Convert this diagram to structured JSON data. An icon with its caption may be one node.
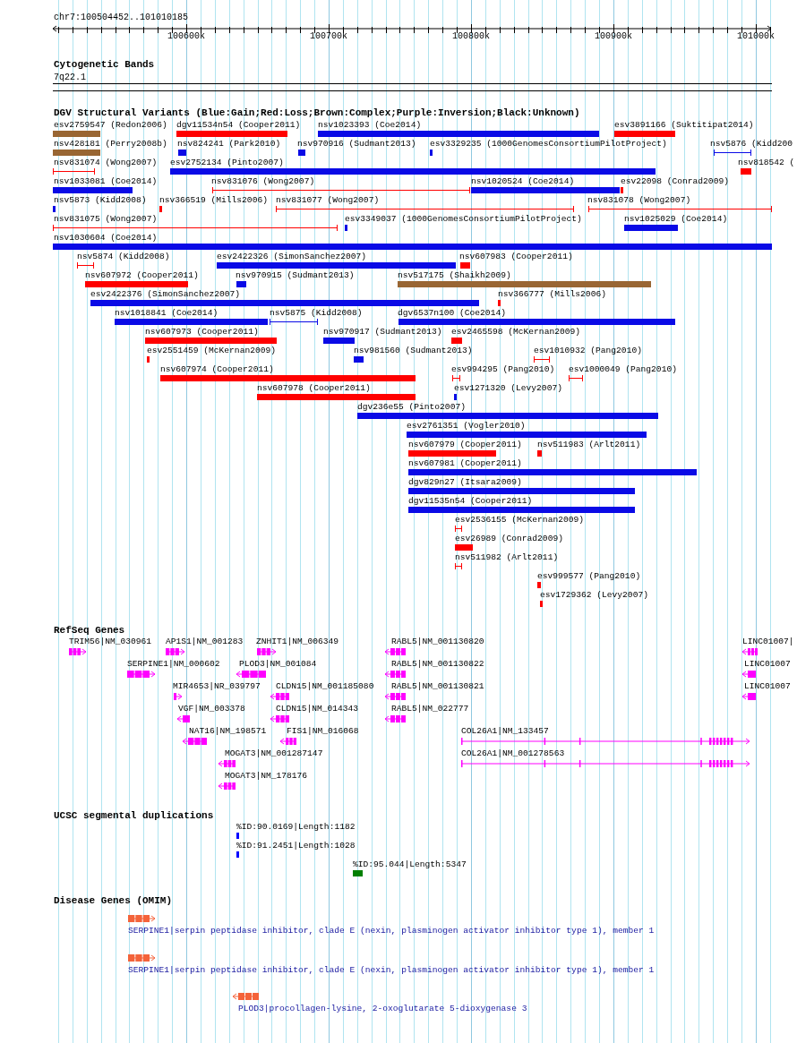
{
  "diagram": {
    "title": "chr7:100504452..101010185",
    "nodes": [
      {
        "text": [
          "esv2759547 (Redon2006)"
        ]
      },
      {
        "text": [
          "dgv11534n54 (Cooper2011)"
        ]
      },
      {
        "text": [
          "nsv1023393 (Coe2014)"
        ]
      },
      {
        "text": [
          "esv3891166 (Suktitipat2014)"
        ]
      },
      {
        "text": [
          "nsv428181 (Perry2008b)"
        ]
      },
      {
        "text": [
          "nsv824241 (Park2010)"
        ]
      },
      {
        "text": [
          "nsv970916 (Sudmant2013)"
        ]
      },
      {
        "text": [
          "esv3329235 (1000GenomesConsortiumPilotProject)"
        ]
      },
      {
        "text": [
          "nsv5876 (Kidd200"
        ]
      },
      {
        "text": [
          "nsv831074 (Wong2007)"
        ]
      },
      {
        "text": [
          "esv2752134 (Pinto2007)"
        ]
      },
      {
        "text": [
          "nsv818542 ("
        ]
      },
      {
        "text": [
          "nsv1033081 (Coe2014)"
        ]
      },
      {
        "text": [
          "nsv831076 (Wong2007)"
        ]
      },
      {
        "text": [
          "nsv1020524 (Coe2014)"
        ]
      },
      {
        "text": [
          "esv22098 (Conrad2009)"
        ]
      },
      {
        "text": [
          "nsv5873 (Kidd2008)"
        ]
      },
      {
        "text": [
          "nsv366519 (Mills2006)"
        ]
      },
      {
        "text": [
          "nsv831077 (Wong2007)"
        ]
      },
      {
        "text": [
          "nsv831078 (Wong2007)"
        ]
      },
      {
        "text": [
          "nsv831075 (Wong2007)"
        ]
      },
      {
        "text": [
          "esv3349037 (1000GenomesConsortiumPilotProject)"
        ]
      },
      {
        "text": [
          "nsv1025029 (Coe2014)"
        ]
      },
      {
        "text": [
          "nsv1030604 (Coe2014)"
        ]
      },
      {
        "text": [
          "nsv5874 (Kidd2008)"
        ]
      },
      {
        "text": [
          "esv2422326 (SimonSanchez2007)"
        ]
      },
      {
        "text": [
          "nsv607983 (Cooper2011)"
        ]
      },
      {
        "text": [
          "nsv607972 (Cooper2011)"
        ]
      },
      {
        "text": [
          "nsv970915 (Sudmant2013)"
        ]
      },
      {
        "text": [
          "nsv517175 (Shaikh2009)"
        ]
      },
      {
        "text": [
          "esv2422376 (SimonSanchez2007)"
        ]
      },
      {
        "text": [
          "nsv366777 (Mills2006)"
        ]
      },
      {
        "text": [
          "nsv1018841 (Coe2014)"
        ]
      },
      {
        "text": [
          "nsv5875 (Kidd2008)"
        ]
      },
      {
        "text": [
          "dgv6537n100 (Coe2014)"
        ]
      },
      {
        "text": [
          "nsv607973 (Cooper2011)"
        ]
      },
      {
        "text": [
          "nsv970917 (Sudmant2013)"
        ]
      },
      {
        "text": [
          "esv2465598 (McKernan2009)"
        ]
      },
      {
        "text": [
          "esv2551459 (McKernan2009)"
        ]
      },
      {
        "text": [
          "nsv981560 (Sudmant2013)"
        ]
      },
      {
        "text": [
          "esv1010932 (Pang2010)"
        ]
      },
      {
        "text": [
          "nsv607974 (Cooper2011)"
        ]
      },
      {
        "text": [
          "esv994295 (Pang2010)"
        ]
      },
      {
        "text": [
          "esv1000049 (Pang2010)"
        ]
      },
      {
        "text": [
          "nsv607978 (Cooper2011)"
        ]
      },
      {
        "text": [
          "esv1271320 (Levy2007)"
        ]
      },
      {
        "text": [
          "dgv236e55 (Pinto2007)"
        ]
      },
      {
        "text": [
          "esv2761351 (Vogler2010)"
        ]
      },
      {
        "text": [
          "nsv607979 (Cooper2011)"
        ]
      },
      {
        "text": [
          "nsv511983 (Arlt2011)"
        ]
      },
      {
        "text": [
          "nsv607981 (Cooper2011)"
        ]
      },
      {
        "text": [
          "dgv829n27 (Itsara2009)"
        ]
      },
      {
        "text": [
          "dgv11535n54 (Cooper2011)"
        ]
      },
      {
        "text": [
          "esv2536155 (McKernan2009)"
        ]
      },
      {
        "text": [
          "esv26989 (Conrad2009)"
        ]
      },
      {
        "text": [
          "nsv511982 (Arlt2011)"
        ]
      },
      {
        "text": [
          "esv999577 (Pang2010)"
        ]
      },
      {
        "text": [
          "esv1729362 (Levy2007)"
        ]
      },
      {
        "text": [
          "TRIM56|NM_030961"
        ]
      },
      {
        "text": [
          "AP1S1|NM_001283"
        ]
      },
      {
        "text": [
          "ZNHIT1|NM_006349"
        ]
      },
      {
        "text": [
          "RABL5|NM_001130820"
        ]
      },
      {
        "text": [
          "LINC01007|"
        ]
      },
      {
        "text": [
          "SERPINE1|NM_000602"
        ]
      },
      {
        "text": [
          "PLOD3|NM_001084"
        ]
      },
      {
        "text": [
          "RABL5|NM_001130822"
        ]
      },
      {
        "text": [
          "LINC01007"
        ]
      },
      {
        "text": [
          "MIR4653|NR_039797"
        ]
      },
      {
        "text": [
          "CLDN15|NM_001185080"
        ]
      },
      {
        "text": [
          "RABL5|NM_001130821"
        ]
      },
      {
        "text": [
          "LINC01007"
        ]
      },
      {
        "text": [
          "VGF|NM_003378"
        ]
      },
      {
        "text": [
          "CLDN15|NM_014343"
        ]
      },
      {
        "text": [
          "RABL5|NM_022777"
        ]
      },
      {
        "text": [
          "NAT16|NM_198571"
        ]
      },
      {
        "text": [
          "FIS1|NM_016068"
        ]
      },
      {
        "text": [
          "COL26A1|NM_133457"
        ]
      },
      {
        "text": [
          "MOGAT3|NM_001287147"
        ]
      },
      {
        "text": [
          "COL26A1|NM_001278563"
        ]
      },
      {
        "text": [
          "MOGAT3|NM_178176"
        ]
      },
      {
        "text": [
          "%ID:90.0169|Length:1182"
        ]
      },
      {
        "text": [
          "%ID:91.2451|Length:1028"
        ]
      },
      {
        "text": [
          "%ID:95.044|Length:5347"
        ]
      },
      {
        "text": [
          "SERPINE1|serpin peptidase inhibitor, clade E (nexin, plasminogen activator inhibitor type 1), member 1"
        ]
      },
      {
        "text": [
          "SERPINE1|serpin peptidase inhibitor, clade E (nexin, plasminogen activator inhibitor type 1), member 1"
        ]
      },
      {
        "text": [
          "PLOD3|procollagen-lysine, 2-oxoglutarate 5-dioxygenase 3"
        ]
      }
    ],
    "labels": [
      "100600k",
      "100700k",
      "100800k",
      "100900k",
      "101000k",
      "Cytogenetic Bands",
      "7q22.1",
      "DGV Structural Variants (Blue:Gain;Red:Loss;Brown:Complex;Purple:Inversion;Black:Unknown)",
      "RefSeq Genes",
      "UCSC segmental duplications",
      "Disease Genes (OMIM)"
    ]
  }
}
